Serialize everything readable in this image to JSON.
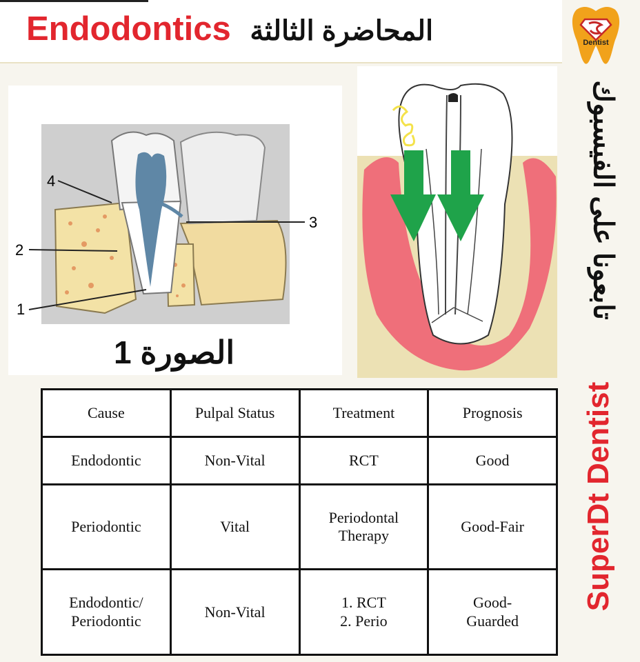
{
  "header": {
    "title_en": "Endodontics",
    "title_ar": "المحاضرة الثالثة"
  },
  "logo": {
    "text": "Dentist",
    "icon": "superman-tooth-logo"
  },
  "sidebar": {
    "arabic": "تابعونا على الفيسبوك",
    "brand": "SuperDt Dentist"
  },
  "figure1": {
    "caption": "الصورة 1",
    "labels": [
      "1",
      "2",
      "3",
      "4"
    ]
  },
  "table": {
    "headers": [
      "Cause",
      "Pulpal Status",
      "Treatment",
      "Prognosis"
    ],
    "rows": [
      [
        "Endodontic",
        "Non-Vital",
        "RCT",
        "Good"
      ],
      [
        "Periodontic",
        "Vital",
        "Periodontal\nTherapy",
        "Good-Fair"
      ],
      [
        "Endodontic/\nPeriodontic",
        "Non-Vital",
        "1. RCT\n2. Perio",
        "Good-\nGuarded"
      ]
    ]
  },
  "colors": {
    "accent_red": "#e2262e",
    "logo_orange": "#f1a21b",
    "arrow_green": "#1fa34a",
    "gum_pink": "#ef6f7a",
    "bone_beige": "#ece1b4"
  }
}
